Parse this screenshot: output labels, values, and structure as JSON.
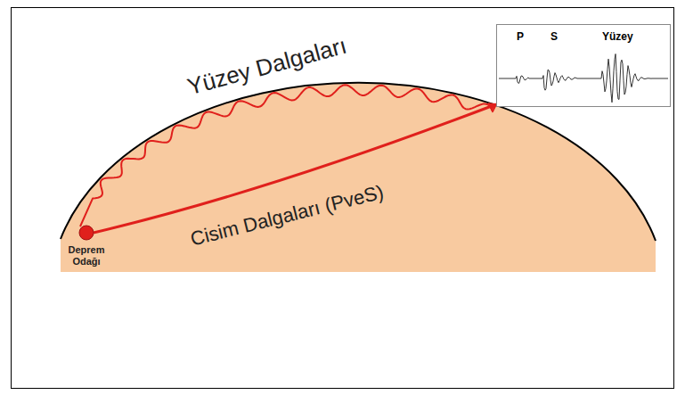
{
  "diagram": {
    "nodes": [
      {
        "text": [
          "Deprem Odağı"
        ]
      },
      {
        "text": [
          "P",
          "S",
          "Yüzey"
        ]
      }
    ],
    "edges": [
      {
        "from": 0,
        "to": 1,
        "arrow": "none",
        "label": "Yüzey Dalgaları"
      },
      {
        "from": 0,
        "to": 1,
        "arrow": "to",
        "label": "Cisim Dalgaları (PveS)"
      }
    ]
  }
}
